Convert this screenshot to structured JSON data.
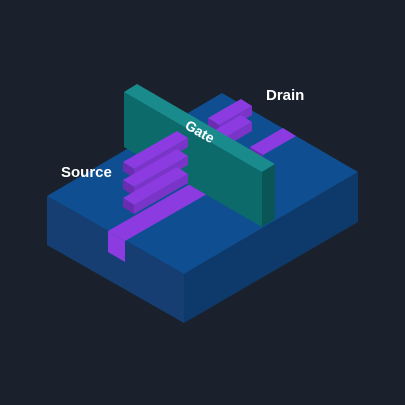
{
  "labels": {
    "source": "Source",
    "drain": "Drain",
    "gate": "Gate"
  },
  "colors": {
    "background": "#1a212c",
    "substrate_top": "#0f4f91",
    "substrate_left": "#163e73",
    "substrate_right": "#0d3a6b",
    "channel_top": "#8b3be0",
    "channel_side": "#6a2cb0",
    "gate_front": "#0c6a6a",
    "gate_top": "#1a8b8d",
    "gate_side": "#0a5656",
    "text": "#ffffff"
  }
}
